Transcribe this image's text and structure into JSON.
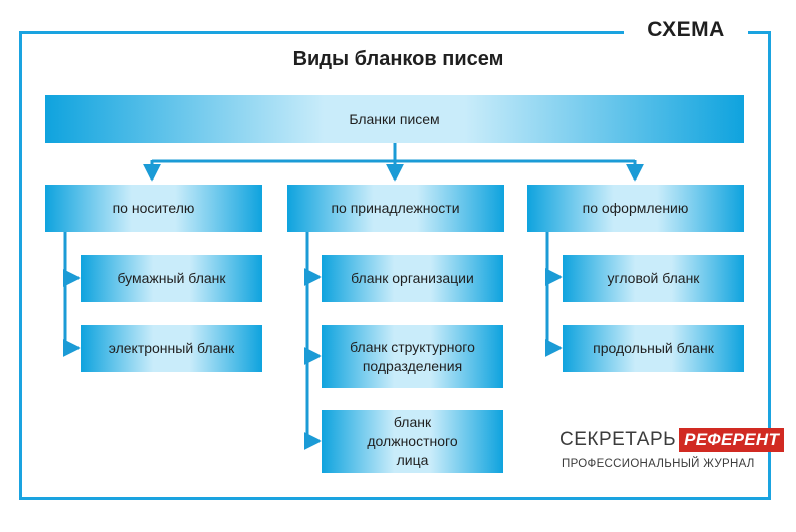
{
  "badge": "СХЕМА",
  "title": "Виды бланков писем",
  "root": "Бланки писем",
  "categories": [
    {
      "label": "по носителю",
      "items": [
        "бумажный бланк",
        "электронный бланк"
      ]
    },
    {
      "label": "по принадлежности",
      "items": [
        "бланк организации",
        "бланк структурного подразделения",
        "бланк должностного лица"
      ]
    },
    {
      "label": "по оформлению",
      "items": [
        "угловой бланк",
        "продольный бланк"
      ]
    }
  ],
  "logo": {
    "part1": "СЕКРЕТАРЬ",
    "part2": "РЕФЕРЕНТ",
    "subtitle": "ПРОФЕССИОНАЛЬНЫЙ ЖУРНАЛ"
  },
  "colors": {
    "frame": "#1aa3e0",
    "box_edge": "#0fa3de",
    "box_center": "#c9ecfa",
    "connector": "#1b9bd6",
    "logo_red": "#d12a22"
  }
}
